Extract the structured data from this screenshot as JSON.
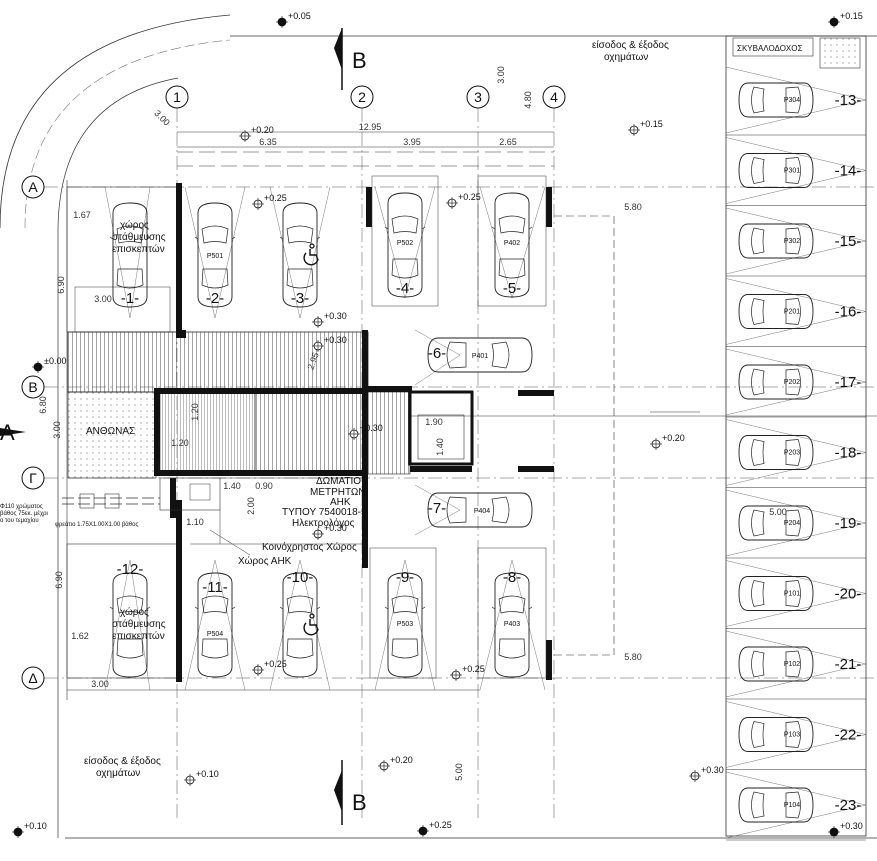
{
  "sections": {
    "b": "B",
    "a": "A"
  },
  "grid_cols": [
    {
      "id": "c1",
      "label": "1"
    },
    {
      "id": "c2",
      "label": "2"
    },
    {
      "id": "c3",
      "label": "3"
    },
    {
      "id": "c4",
      "label": "4"
    }
  ],
  "grid_rows": [
    {
      "id": "rA",
      "label": "A"
    },
    {
      "id": "rB",
      "label": "B"
    },
    {
      "id": "rG",
      "label": "Γ"
    },
    {
      "id": "rD",
      "label": "Δ"
    }
  ],
  "texts": {
    "entry_top": "είσοδος & έξοδος",
    "entry_top2": "οχημάτων",
    "entry_bottom": "είσοδος & έξοδος",
    "entry_bottom2": "οχημάτων",
    "garbage": "ΣΚΥΒΑΛΟΔΟΧΟΣ",
    "garden": "ΑΝΘΩΝΑΣ",
    "visitors_a1": "χώρος",
    "visitors_a2": "στάθμευσης",
    "visitors_a3": "επισκεπτών",
    "visitors_b1": "χώρος",
    "visitors_b2": "στάθμευσης",
    "visitors_b3": "επισκεπτών",
    "meter1": "ΔΩΜΑΤΙΟ",
    "meter2": "ΜΕΤΡΗΤΩΝ",
    "meter3": "ΑΗΚ",
    "meter4": "ΤΥΠΟΥ 7540018-5",
    "electrician": "Ηλεκτρολόγος",
    "common": "Κοινόχρηστος Χώρος",
    "ahk_space": "Χώρος ΑΗΚ",
    "pipe1": "Φ110 χρώματος",
    "pipe2": "βάθος 75εκ. μέχρι",
    "pipe3": "ο του τεμαχίου",
    "pit": "φρεάτιο 1.75Χ1.00Χ1.00 βάθος"
  },
  "levels": [
    {
      "id": "l1",
      "text": "+0.05"
    },
    {
      "id": "l2",
      "text": "+0.15"
    },
    {
      "id": "l3",
      "text": "+0.20"
    },
    {
      "id": "l4",
      "text": "+0.15"
    },
    {
      "id": "l5",
      "text": "+0.25"
    },
    {
      "id": "l6",
      "text": "+0.25"
    },
    {
      "id": "l7",
      "text": "+0.30"
    },
    {
      "id": "l8",
      "text": "+0.30"
    },
    {
      "id": "l9",
      "text": "±0.00"
    },
    {
      "id": "l10",
      "text": "+0.30"
    },
    {
      "id": "l11",
      "text": "+0.20"
    },
    {
      "id": "l12",
      "text": "+0.30"
    },
    {
      "id": "l13",
      "text": "+0.25"
    },
    {
      "id": "l14",
      "text": "+0.25"
    },
    {
      "id": "l15",
      "text": "+0.10"
    },
    {
      "id": "l16",
      "text": "+0.20"
    },
    {
      "id": "l17",
      "text": "+0.30"
    },
    {
      "id": "l18",
      "text": "+0.10"
    },
    {
      "id": "l19",
      "text": "+0.25"
    },
    {
      "id": "l20",
      "text": "+0.30"
    }
  ],
  "dims": [
    {
      "id": "d1",
      "text": "12.95"
    },
    {
      "id": "d2",
      "text": "6.35"
    },
    {
      "id": "d3",
      "text": "3.95"
    },
    {
      "id": "d4",
      "text": "2.65"
    },
    {
      "id": "d5",
      "text": "3.00"
    },
    {
      "id": "d6",
      "text": "4.80"
    },
    {
      "id": "d7",
      "text": "3.00"
    },
    {
      "id": "d8",
      "text": "1.67"
    },
    {
      "id": "d9",
      "text": "6.90"
    },
    {
      "id": "d10",
      "text": "3.00"
    },
    {
      "id": "d11",
      "text": "5.80"
    },
    {
      "id": "d12",
      "text": "6.80"
    },
    {
      "id": "d13",
      "text": "3.00"
    },
    {
      "id": "d14",
      "text": "1.20"
    },
    {
      "id": "d15",
      "text": "1.20"
    },
    {
      "id": "d16",
      "text": "1.40"
    },
    {
      "id": "d17",
      "text": "0.90"
    },
    {
      "id": "d18",
      "text": "2.00"
    },
    {
      "id": "d19",
      "text": "1.10"
    },
    {
      "id": "d20",
      "text": "6.90"
    },
    {
      "id": "d21",
      "text": "1.62"
    },
    {
      "id": "d22",
      "text": "3.00"
    },
    {
      "id": "d23",
      "text": "5.80"
    },
    {
      "id": "d24",
      "text": "5.00"
    },
    {
      "id": "d25",
      "text": "5.00"
    },
    {
      "id": "d26",
      "text": "2.95"
    },
    {
      "id": "d27",
      "text": "1.90"
    },
    {
      "id": "d28",
      "text": "1.40"
    }
  ],
  "spots": [
    {
      "id": "s1",
      "num": "-1-",
      "code": ""
    },
    {
      "id": "s2",
      "num": "-2-",
      "code": "P501"
    },
    {
      "id": "s3",
      "num": "-3-",
      "code": ""
    },
    {
      "id": "s4",
      "num": "-4-",
      "code": "P502"
    },
    {
      "id": "s5",
      "num": "-5-",
      "code": "P402"
    },
    {
      "id": "s6",
      "num": "-6-",
      "code": "P401"
    },
    {
      "id": "s7",
      "num": "-7-",
      "code": "P404"
    },
    {
      "id": "s8",
      "num": "-8-",
      "code": "P403"
    },
    {
      "id": "s9",
      "num": "-9-",
      "code": "P503"
    },
    {
      "id": "s10",
      "num": "-10-",
      "code": ""
    },
    {
      "id": "s11",
      "num": "-11-",
      "code": "P504"
    },
    {
      "id": "s12",
      "num": "-12-",
      "code": ""
    },
    {
      "id": "s13",
      "num": "-13-",
      "code": "P304"
    },
    {
      "id": "s14",
      "num": "-14-",
      "code": "P301"
    },
    {
      "id": "s15",
      "num": "-15-",
      "code": "P302"
    },
    {
      "id": "s16",
      "num": "-16-",
      "code": "P201"
    },
    {
      "id": "s17",
      "num": "-17-",
      "code": "P202"
    },
    {
      "id": "s18",
      "num": "-18-",
      "code": "P203"
    },
    {
      "id": "s19",
      "num": "-19-",
      "code": "P204"
    },
    {
      "id": "s20",
      "num": "-20-",
      "code": "P101"
    },
    {
      "id": "s21",
      "num": "-21-",
      "code": "P102"
    },
    {
      "id": "s22",
      "num": "-22-",
      "code": "P103"
    },
    {
      "id": "s23",
      "num": "-23-",
      "code": "P104"
    }
  ]
}
